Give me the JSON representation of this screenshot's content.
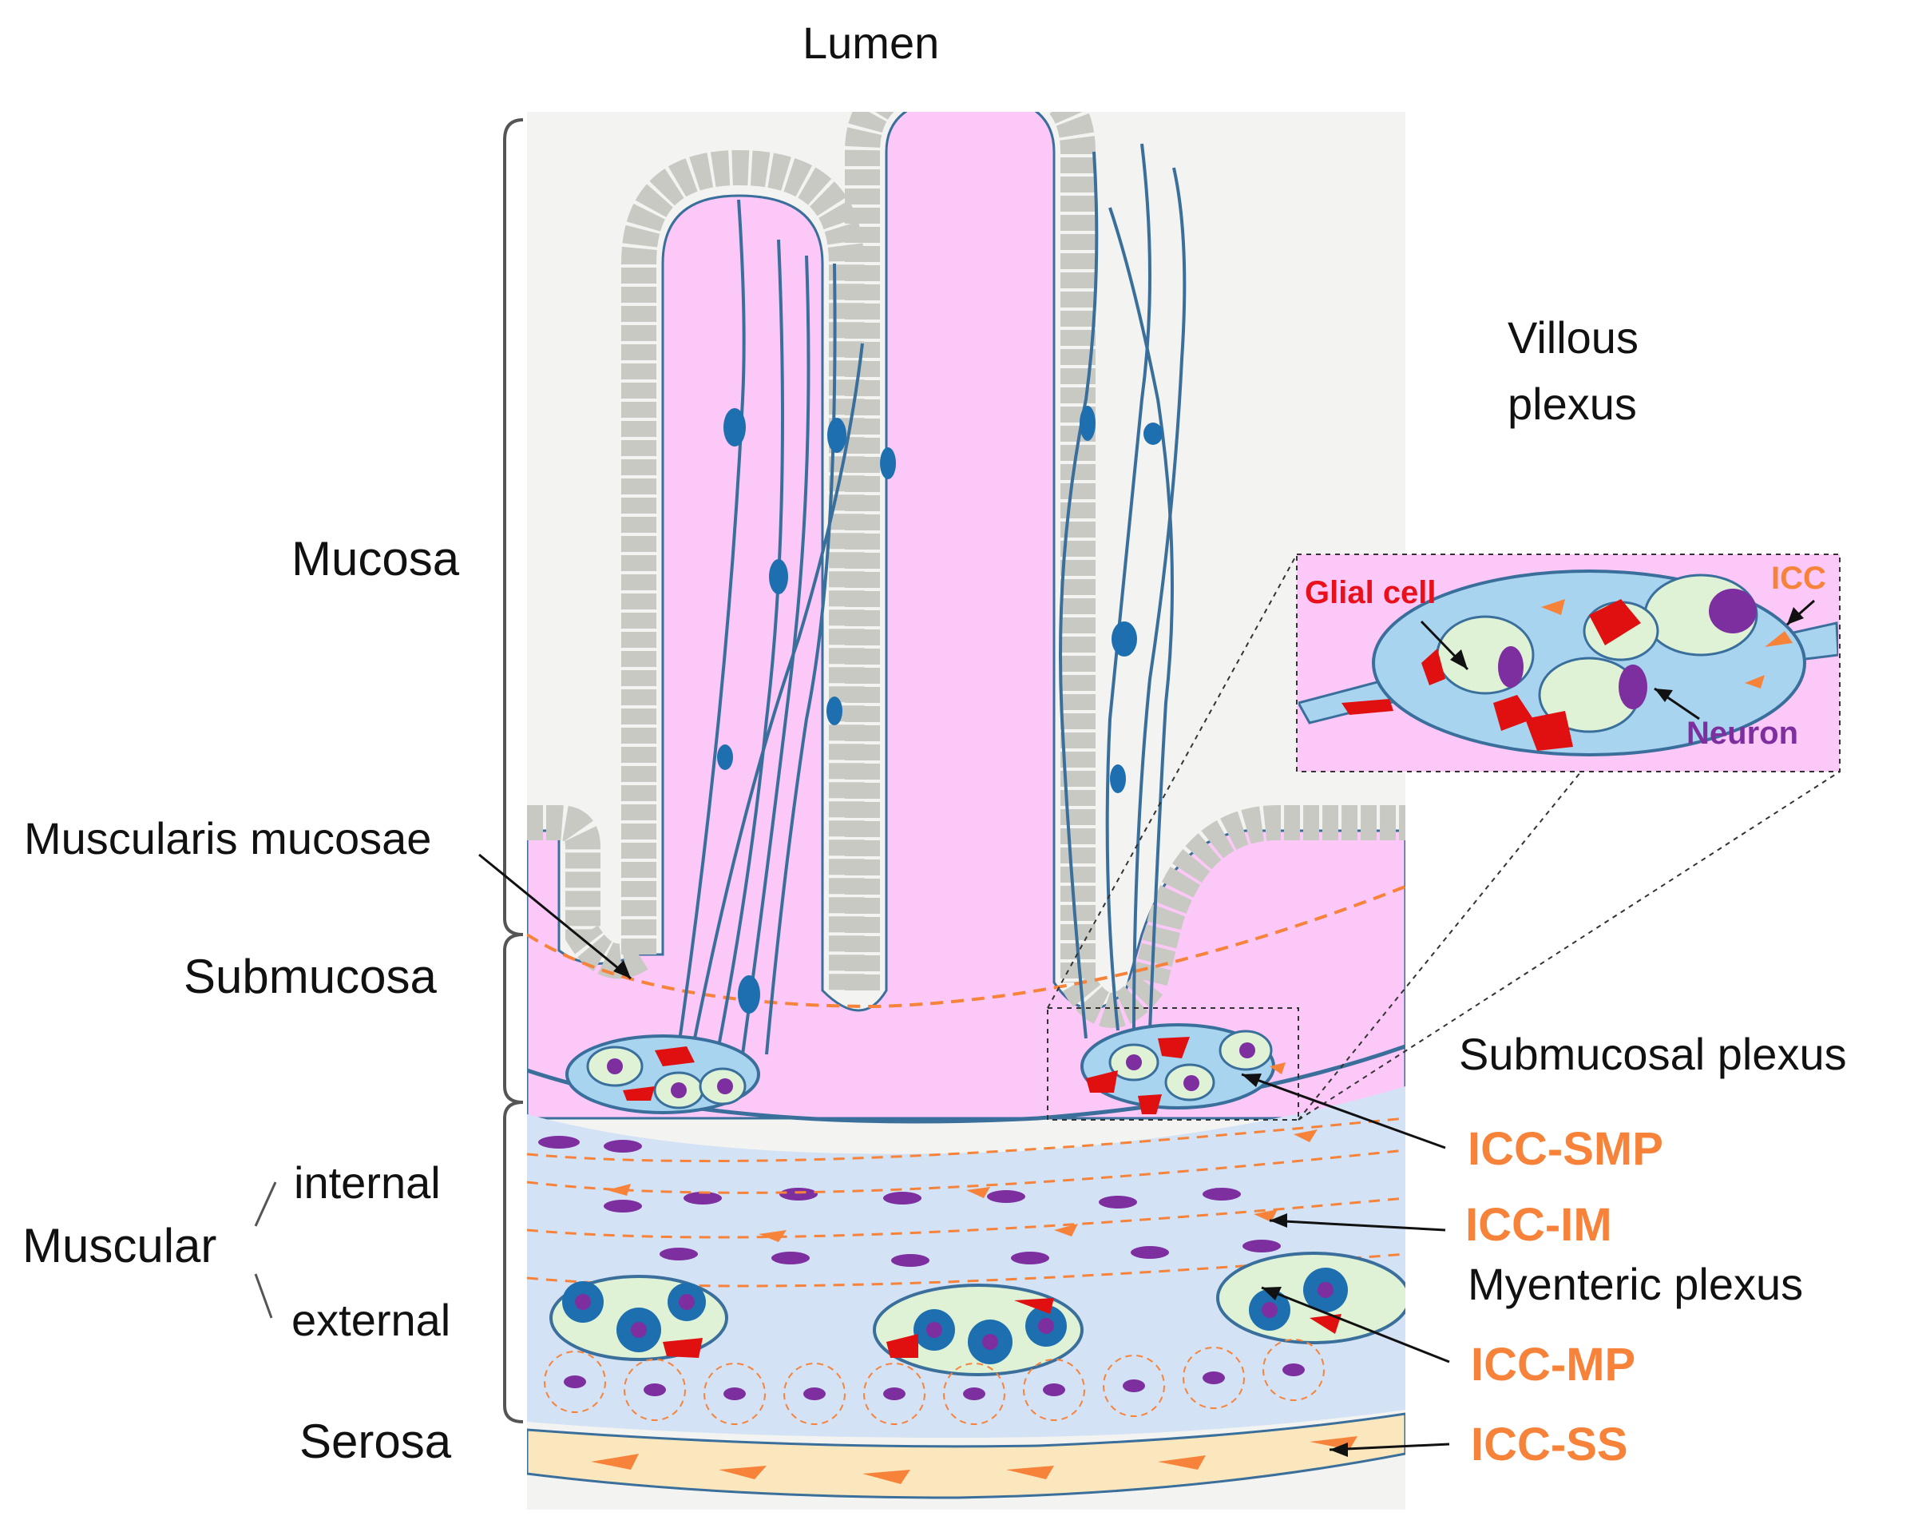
{
  "labels": {
    "lumen": "Lumen",
    "villous_plexus_1": "Villous",
    "villous_plexus_2": "plexus",
    "mucosa": "Mucosa",
    "muscularis_mucosae": "Muscularis mucosae",
    "submucosa": "Submucosa",
    "submucosal_plexus": "Submucosal plexus",
    "icc_smp": "ICC-SMP",
    "muscular": "Muscular",
    "internal": "internal",
    "external": "external",
    "icc_im": "ICC-IM",
    "myenteric_plexus": "Myenteric plexus",
    "icc_mp": "ICC-MP",
    "serosa": "Serosa",
    "icc_ss": "ICC-SS"
  },
  "inset": {
    "glial_cell": "Glial cell",
    "icc": "ICC",
    "neuron": "Neuron"
  },
  "colors": {
    "mucosa_pink": "#fcc8f7",
    "epithelium": "#e2e2de",
    "muscle_blue": "#d4e2f5",
    "nerve_blue": "#a9d4ef",
    "nerve_outline": "#3a6f9c",
    "glial_red": "#e01010",
    "neuron_purple": "#7d2fa0",
    "icc_orange": "#f7833a",
    "serosa_cream": "#fbe7bd",
    "ganglion_green": "#e0f2d6"
  }
}
